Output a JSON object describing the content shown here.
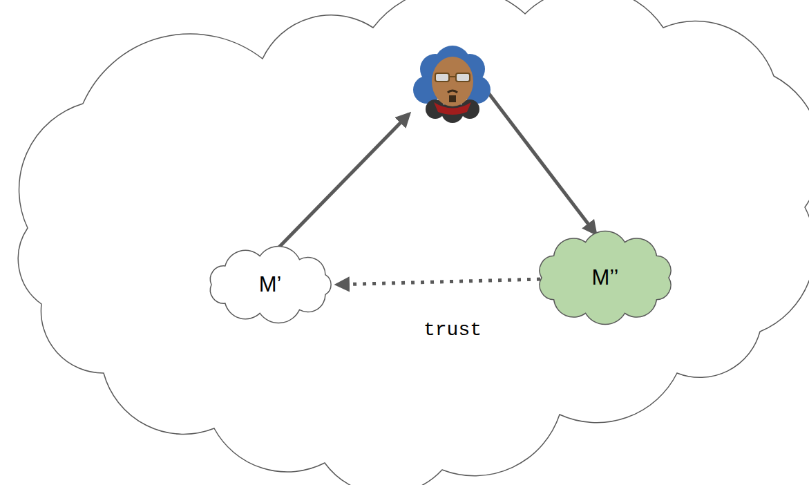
{
  "diagram": {
    "nodes": [
      {
        "text": [
          "M’"
        ]
      },
      {
        "text": [
          "M’’"
        ]
      }
    ],
    "edges": [
      {
        "from": 1,
        "to": 0,
        "arrow": "to",
        "label": "trust"
      }
    ]
  }
}
